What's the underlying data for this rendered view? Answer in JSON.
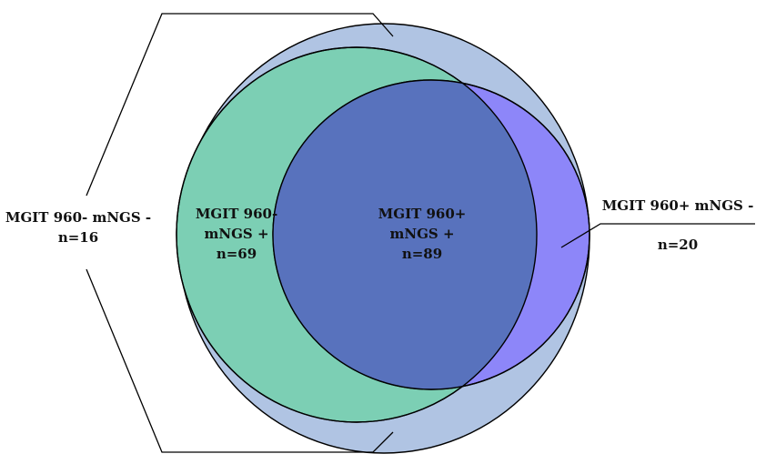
{
  "regions": {
    "negative_both": {
      "line1": "MGIT 960- mNGS -",
      "line2": "n=16",
      "color": "#b0c4e3"
    },
    "mgit_neg_mngs_pos": {
      "line1": "MGIT 960-",
      "line2": "mNGS +",
      "line3": "n=69",
      "color": "#7ccfb4"
    },
    "both_pos": {
      "line1": "MGIT 960+",
      "line2": "mNGS +",
      "line3": "n=89",
      "color": "#5872bd"
    },
    "mgit_pos_mngs_neg": {
      "line1": "MGIT 960+ mNGS -",
      "line2": "n=20",
      "color": "#8d86f9"
    }
  },
  "outline_color": "#000000"
}
